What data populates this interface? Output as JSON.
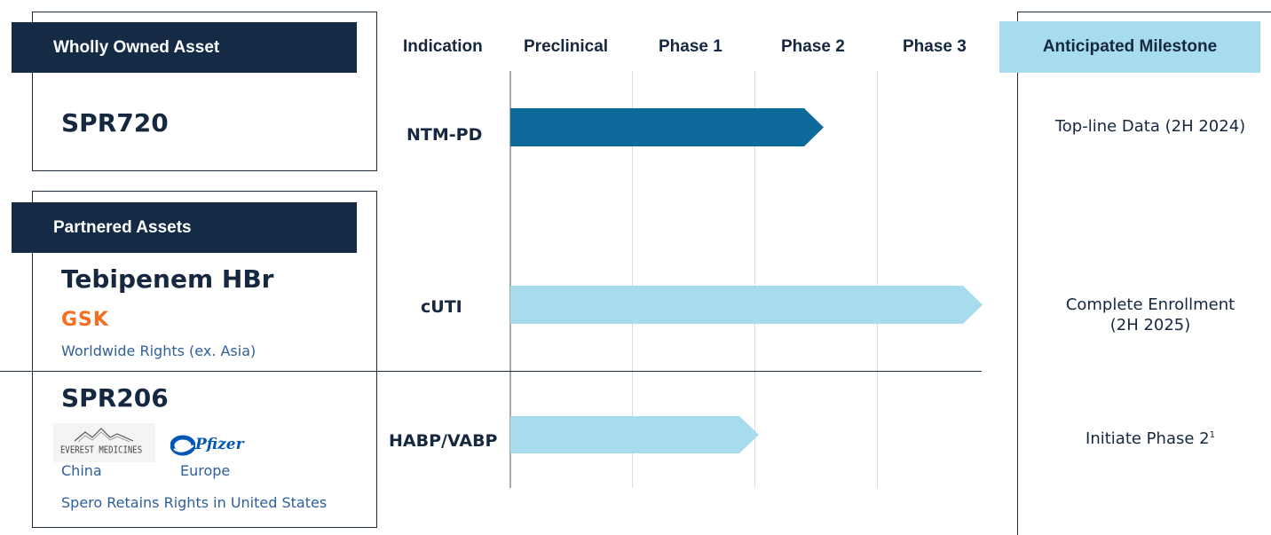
{
  "header": {
    "indication": "Indication",
    "phases": [
      "Preclinical",
      "Phase 1",
      "Phase 2",
      "Phase 3"
    ],
    "milestone": "Anticipated Milestone"
  },
  "sections": {
    "wholly_owned": "Wholly Owned Asset",
    "partnered": "Partnered Assets"
  },
  "assets": [
    {
      "name": "SPR720",
      "indication": "NTM-PD",
      "progress_phase": "Phase 2",
      "progress_fraction": 0.59,
      "bar_color": "#0e6a9a",
      "milestone": "Top-line Data (2H 2024)"
    },
    {
      "name": "Tebipenem HBr",
      "partner_logo": "GSK",
      "rights": "Worldwide Rights (ex. Asia)",
      "indication": "cUTI",
      "progress_phase": "Phase 3",
      "progress_fraction": 1.0,
      "bar_color": "#a6dcee",
      "milestone_line1": "Complete Enrollment",
      "milestone_line2": "(2H 2025)"
    },
    {
      "name": "SPR206",
      "partner1_logo_text": "EVEREST MEDICINES",
      "partner1_region": "China",
      "partner2_logo_text": "Pfizer",
      "partner2_region": "Europe",
      "rights": "Spero Retains Rights in United States",
      "indication": "HABP/VABP",
      "progress_phase": "Phase 1",
      "progress_fraction": 0.5,
      "bar_color": "#a6dcee",
      "milestone": "Initiate Phase 2",
      "milestone_footnote": "1"
    }
  ],
  "colors": {
    "navy": "#142a45",
    "light_blue": "#a6dcee",
    "dark_blue": "#0e6a9a",
    "gsk_orange": "#f36f21",
    "pfizer_blue": "#0057b8"
  }
}
